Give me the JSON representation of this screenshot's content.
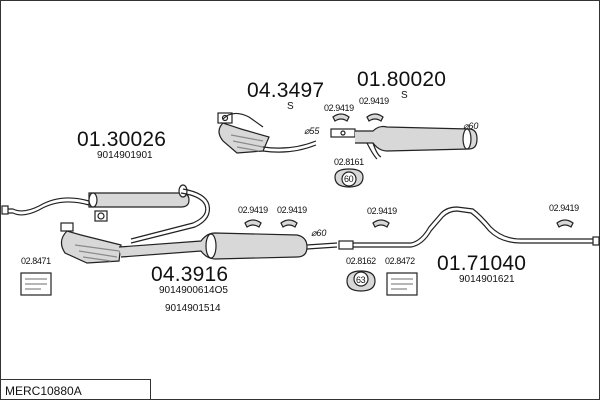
{
  "parts": {
    "front_pipe": {
      "number": "01.30026",
      "oem": "9014901901"
    },
    "rear_silencer_upper": {
      "number": "01.80020",
      "suffix": "S"
    },
    "middle_upper": {
      "number": "04.3497",
      "suffix": "S",
      "diameter": "⌀55"
    },
    "middle_lower": {
      "number": "04.3916",
      "oem_1": "9014900614O5",
      "oem_2": "9014901514",
      "diameter": "⌀60"
    },
    "rear_pipe": {
      "number": "01.71040",
      "oem": "9014901621"
    }
  },
  "rear_upper_diameter": "⌀60",
  "accessories": {
    "clamp_a": "02.9419",
    "clamp_b": "02.9419",
    "mount_upper": "02.8161",
    "mount_upper_size": "60",
    "clamp_c": "02.9419",
    "clamp_d": "02.9419",
    "clamp_e": "02.9419",
    "clamp_f": "02.9419",
    "mount_lower": "02.8162",
    "mount_lower_size": "63",
    "kit_left": "02.8471",
    "kit_right": "02.8472"
  },
  "code": "MERC10880A",
  "colors": {
    "line": "#222222",
    "fill": "#d8d8d8",
    "dark": "#8a8a8a"
  }
}
